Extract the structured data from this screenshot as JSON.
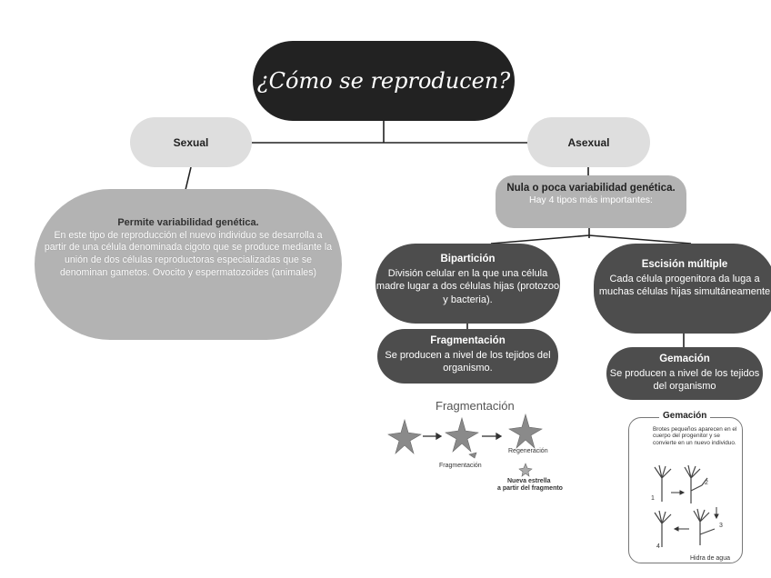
{
  "title": "¿Cómo se reproducen?",
  "sexual": {
    "label": "Sexual",
    "heading": "Permite variabilidad genética.",
    "text": "En este tipo de reproducción el nuevo individuo se desarrolla a partir de una célula denominada cigoto que se produce mediante la unión de dos células reproductoras especializadas que se denominan gametos. Ovocito y espermatozoides (animales)"
  },
  "asexual": {
    "label": "Asexual",
    "summary_heading": "Nula o poca variabilidad genética.",
    "summary_text": "Hay 4 tipos más importantes:",
    "types": {
      "biparticion": {
        "heading": "Bipartición",
        "text": "División celular en la que una célula madre lugar a dos células hijas (protozoo y bacteria)."
      },
      "fragmentacion": {
        "heading": "Fragmentación",
        "text": "Se producen a nivel de los tejidos del organismo."
      },
      "escision": {
        "heading": "Escisión múltiple",
        "text": "Cada célula progenitora da luga a muchas células hijas simultáneamente"
      },
      "gemacion": {
        "heading": "Gemación",
        "text": "Se producen a nivel de los tejidos del organismo"
      }
    }
  },
  "frag_illustration": {
    "title": "Fragmentación",
    "label_regeneracion": "Regeneración",
    "label_fragmentacion": "Fragmentación",
    "label_nueva": "Nueva estrella",
    "label_apartir": "a partir del fragmento"
  },
  "gem_illustration": {
    "title": "Gemación",
    "text": "Brotes pequeños aparecen en el cuerpo del progenitor y se convierte en un nuevo individuo.",
    "label_hidra": "Hidra de agua",
    "steps": [
      "1",
      "2",
      "3",
      "4"
    ]
  }
}
